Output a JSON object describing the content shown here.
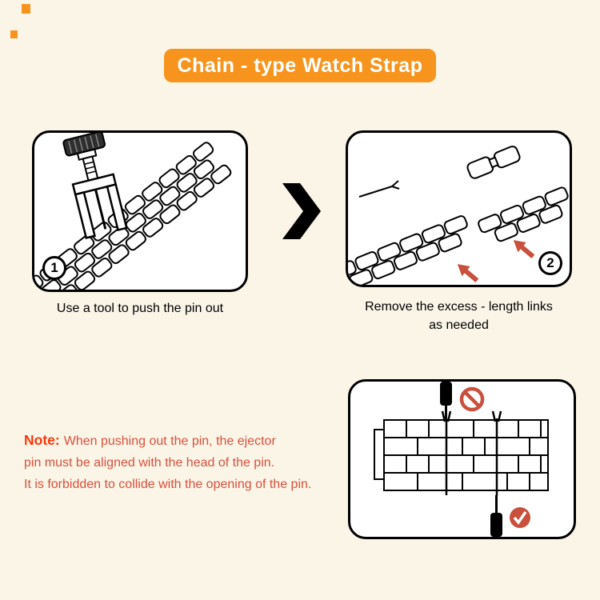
{
  "title_banner": {
    "label": "Chain - type Watch Strap"
  },
  "steps": [
    {
      "number": "1",
      "caption": "Use a tool to push the pin out"
    },
    {
      "number": "2",
      "caption_line1": "Remove the excess - length links",
      "caption_line2": "as needed"
    }
  ],
  "note": {
    "label": "Note:",
    "lines": [
      "When pushing out the pin, the ejector",
      "pin must be aligned with the head of the pin.",
      "It is forbidden to collide with the opening of the pin."
    ]
  },
  "icons": {
    "chevron": "chevron-right-icon",
    "prohibition": "no-collision-icon",
    "check": "correct-alignment-icon",
    "arrow": "red-direction-arrow-icon"
  },
  "colors": {
    "background": "#FBF5E8",
    "banner_bg": "#F7941D",
    "banner_text": "#FFFFFF",
    "note_label": "#F5380B",
    "note_text": "#D9503C",
    "accent_red": "#C8503C",
    "line_black": "#000000"
  }
}
